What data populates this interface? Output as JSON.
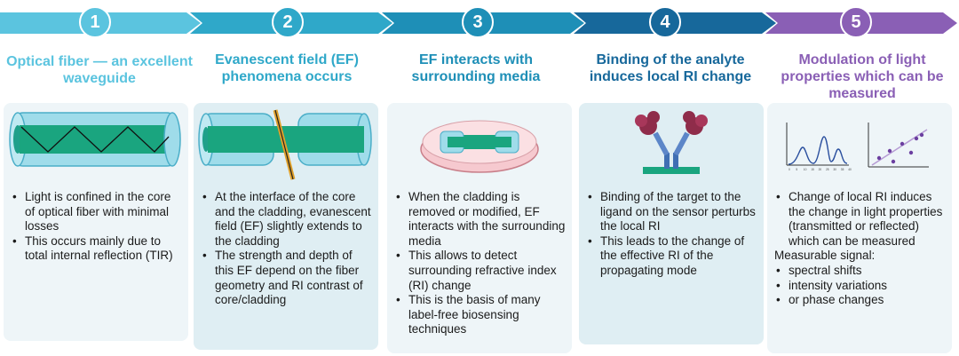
{
  "steps": [
    {
      "number": "1",
      "title": "Optical fiber — an excellent waveguide",
      "color": "#5bc4df",
      "bullets": [
        "Light is confined in the core of optical fiber with minimal losses",
        "This occurs mainly due to total internal reflection (TIR)"
      ]
    },
    {
      "number": "2",
      "title": "Evanescent field (EF) phenomena occurs",
      "color": "#2fa8c9",
      "bullets": [
        "At the interface of the core and the cladding, evanescent field (EF) slightly extends to the cladding",
        "The strength and depth of this EF depend on the fiber geometry and RI contrast of core/cladding"
      ]
    },
    {
      "number": "3",
      "title": "EF interacts with surrounding media",
      "color": "#1e8fb7",
      "bullets": [
        "When the cladding is removed or modified, EF interacts with the surrounding media",
        "This allows to detect surrounding refractive index (RI) change",
        "This is the basis of many label-free biosensing techniques"
      ]
    },
    {
      "number": "4",
      "title": "Binding of the analyte induces local RI change",
      "color": "#17689b",
      "bullets": [
        "Binding of the target to the ligand on the sensor perturbs the local RI",
        "This leads to the change of the effective RI of the propagating mode"
      ]
    },
    {
      "number": "5",
      "title": "Modulation of light properties which can be measured",
      "color": "#8a5fb5",
      "bullets": [
        "Change of local RI induces the change in light properties (transmitted or reflected) which can be measured"
      ],
      "signal_label": "Measurable signal:",
      "signal_bullets": [
        "spectral shifts",
        "intensity variations",
        "or phase changes"
      ]
    }
  ],
  "mini_chart": {
    "x_ticks": [
      "0",
      "5",
      "10",
      "15",
      "20",
      "25",
      "30",
      "35",
      "40"
    ]
  }
}
